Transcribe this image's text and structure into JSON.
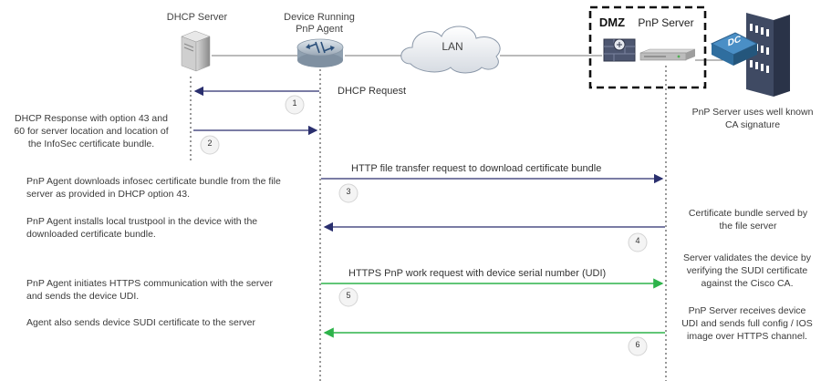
{
  "colors": {
    "arrow_dark": "#2a2f6e",
    "arrow_green": "#2db34a",
    "lifeline": "#555555",
    "dmz_border": "#111111",
    "step_circle": "#f4f4f4"
  },
  "icons": {
    "dhcp_server": "server-tower-icon",
    "device": "router-icon",
    "lan": "cloud-icon",
    "firewall": "firewall-icon",
    "pnp_server": "rack-server-icon",
    "dc": "datacenter-building-icon"
  },
  "participants": {
    "dhcp_server": "DHCP Server",
    "device_line1": "Device Running",
    "device_line2": "PnP Agent",
    "lan": "LAN",
    "dmz": "DMZ",
    "pnp_server": "PnP Server",
    "dc": "DC"
  },
  "messages": {
    "m1": "DHCP Request",
    "m3": "HTTP  file transfer request to download certificate bundle",
    "m5": "HTTPS  PnP work request with device serial number (UDI)"
  },
  "steps": [
    "1",
    "2",
    "3",
    "4",
    "5",
    "6"
  ],
  "left_notes": {
    "n2_l1": "DHCP Response with option 43 and",
    "n2_l2": "60 for server location and location of",
    "n2_l3": "the InfoSec certificate bundle.",
    "n3_l1": "PnP Agent downloads  infosec certificate bundle from the file",
    "n3_l2": "server as provided in DHCP option 43.",
    "n4_l1": "PnP Agent installs local trustpool in the device with the",
    "n4_l2": "downloaded  certificate bundle.",
    "n5_l1": "PnP Agent initiates HTTPS communication with the server",
    "n5_l2": "and sends the device UDI.",
    "n6_l1": "Agent also sends device SUDI certificate to the server"
  },
  "right_notes": {
    "ca_l1": "PnP Server uses well known",
    "ca_l2": "CA signature",
    "r4_l1": "Certificate bundle served by",
    "r4_l2": "the file server",
    "r5_l1": "Server validates the device by",
    "r5_l2": "verifying the SUDI certificate",
    "r5_l3": "against the Cisco CA.",
    "r6_l1": "PnP Server receives device",
    "r6_l2": "UDI and sends full config / IOS",
    "r6_l3": "image over HTTPS channel."
  }
}
